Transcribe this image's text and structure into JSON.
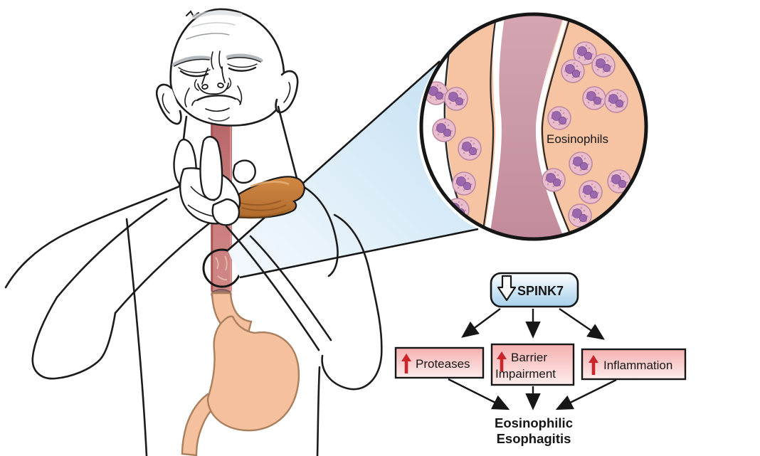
{
  "inset": {
    "label": "Eosinophils"
  },
  "flowchart": {
    "spink7": {
      "label": "SPINK7",
      "icon": "down-arrow"
    },
    "factors": [
      {
        "label": "Proteases",
        "icon": "up-arrow"
      },
      {
        "line1": "Barrier",
        "line2": "Impairment",
        "icon": "up-arrow"
      },
      {
        "label": "Inflammation",
        "icon": "up-arrow"
      }
    ],
    "outcome": {
      "line1": "Eosinophilic",
      "line2": "Esophagitis"
    }
  },
  "colors": {
    "outline_black": "#161616",
    "spink7_box_top": "#fdfeff",
    "spink7_box_bottom": "#a6d0ec",
    "factor_box_top": "#f5b0b0",
    "factor_box_bottom": "#fdedeb",
    "red_arrow": "#c9252b",
    "cone_blue": "#c8e2f4",
    "esophagus_red": "#c47779",
    "stomach_peach": "#f5c09d",
    "tissue_peach": "#f6c4a3",
    "lumen_rose": "#cb96a3",
    "cell_pink": "#eabdcd",
    "cell_nucleus_purple": "#9c68ad"
  }
}
